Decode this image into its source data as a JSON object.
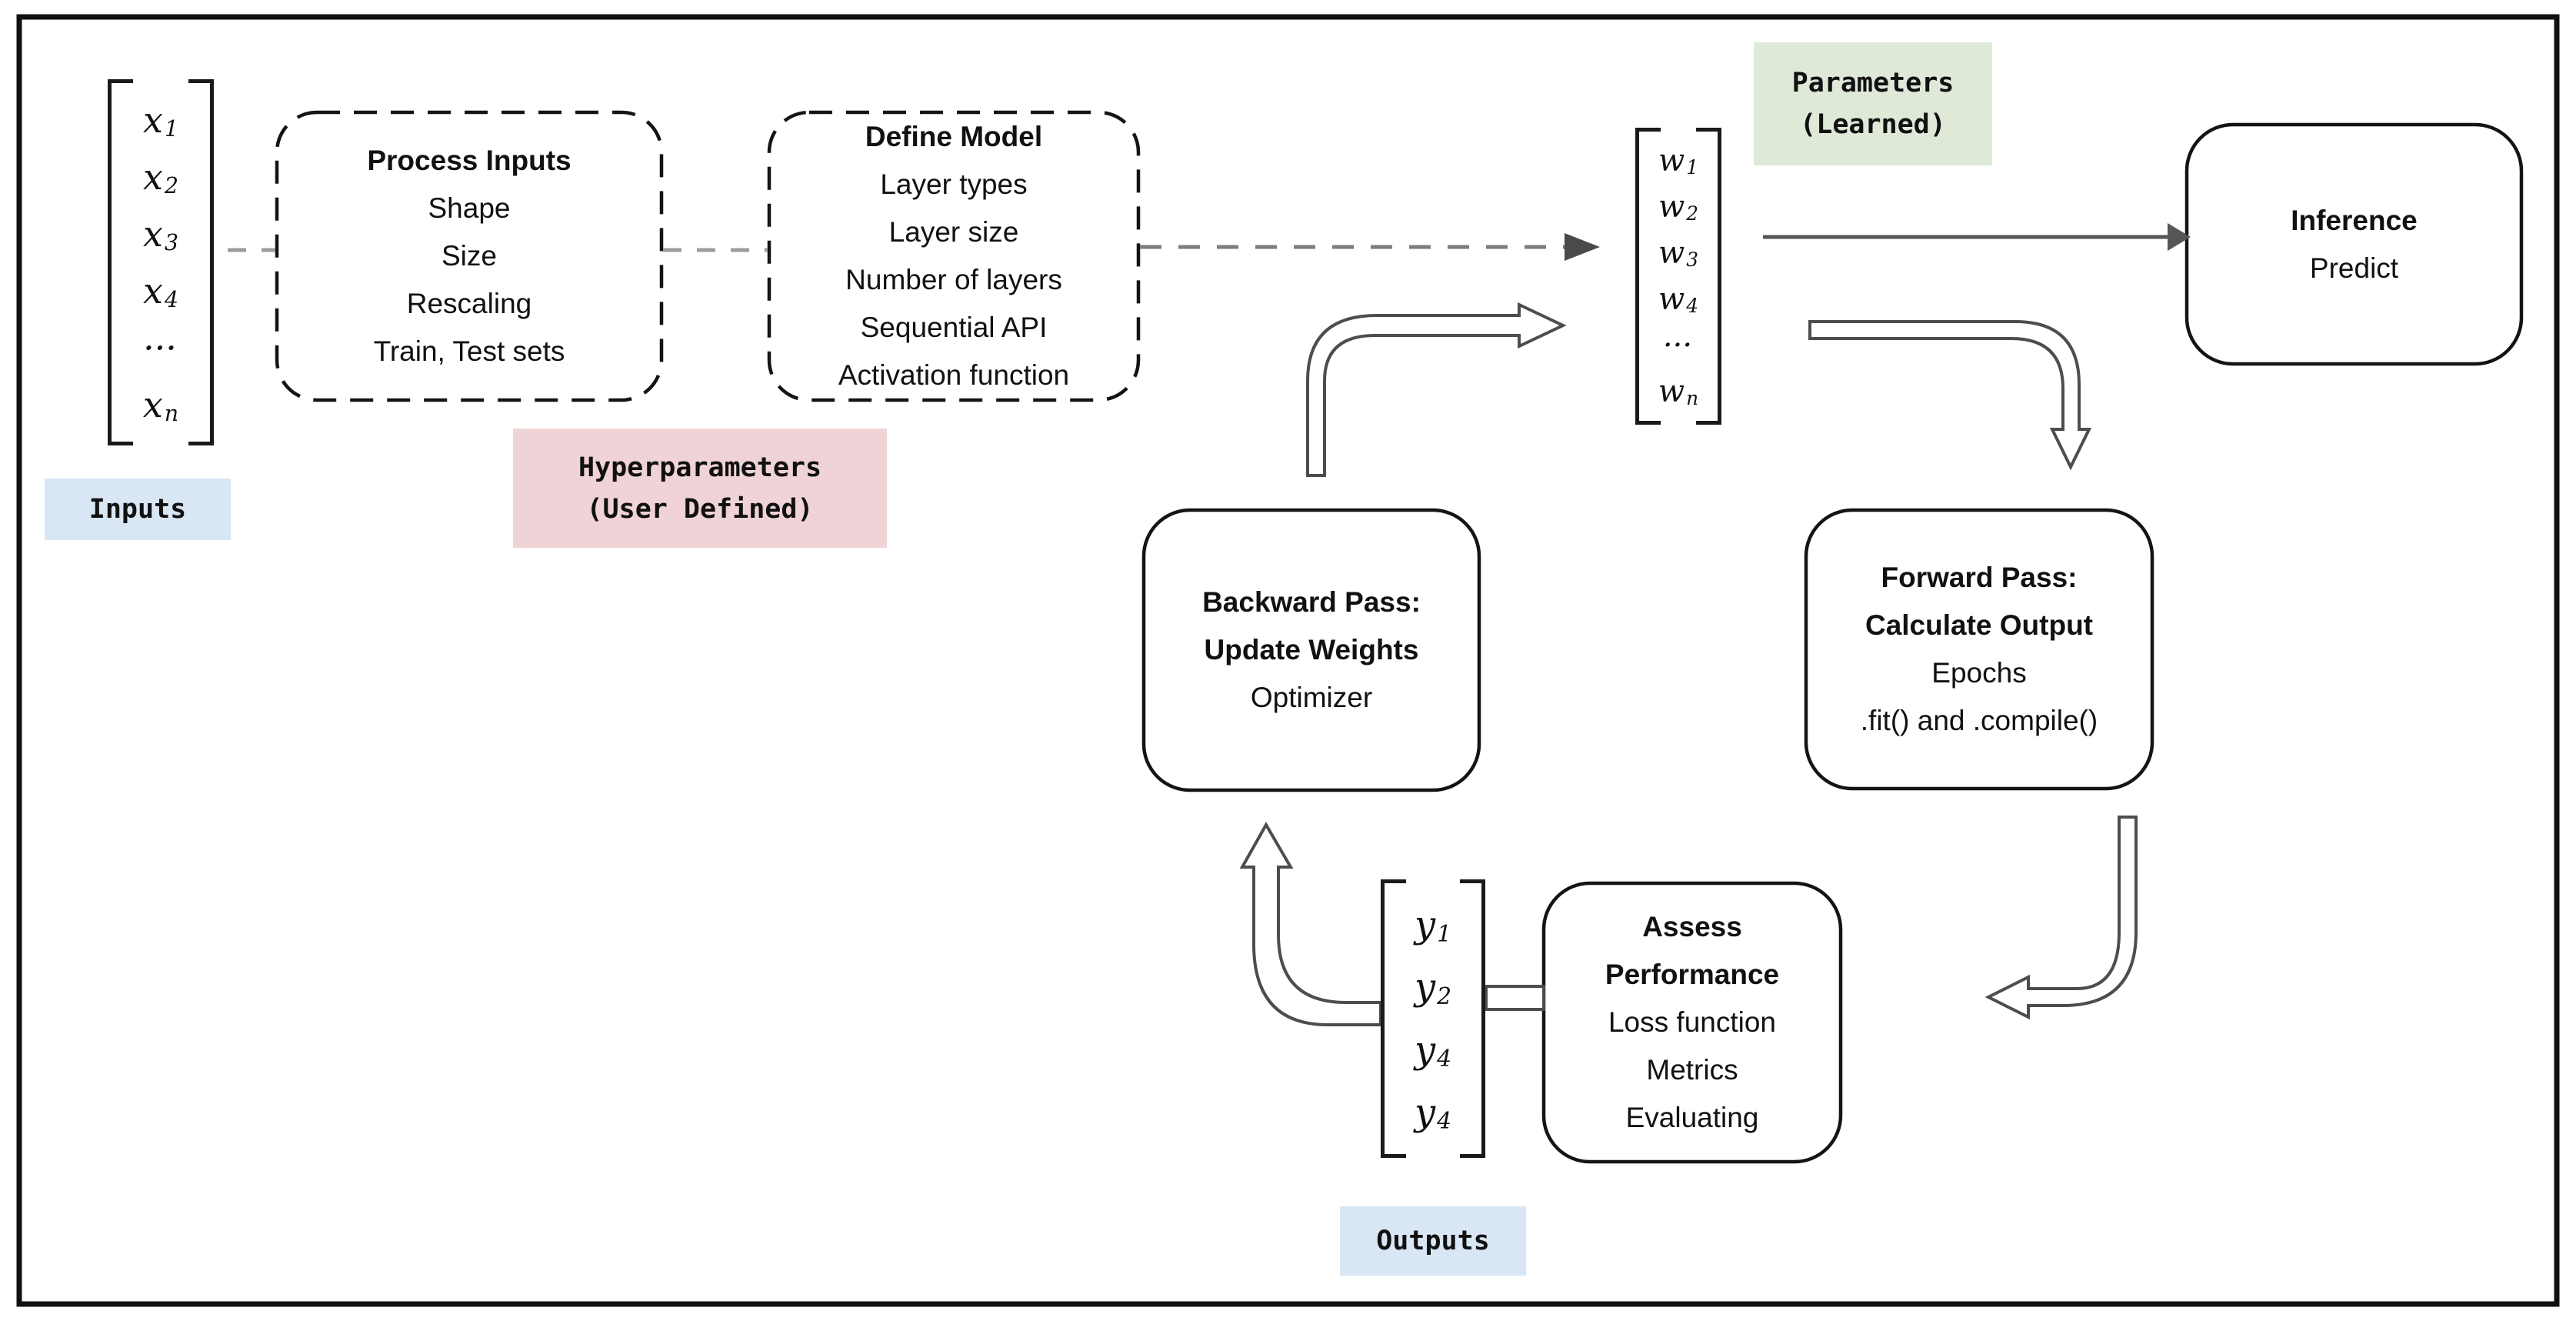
{
  "vectors": {
    "inputs": {
      "entries": [
        {
          "base": "x",
          "sub": "1"
        },
        {
          "base": "x",
          "sub": "2"
        },
        {
          "base": "x",
          "sub": "3"
        },
        {
          "base": "x",
          "sub": "4"
        },
        {
          "base": "···",
          "sub": ""
        },
        {
          "base": "x",
          "sub": "n"
        }
      ]
    },
    "weights": {
      "entries": [
        {
          "base": "w",
          "sub": "1"
        },
        {
          "base": "w",
          "sub": "2"
        },
        {
          "base": "w",
          "sub": "3"
        },
        {
          "base": "w",
          "sub": "4"
        },
        {
          "base": "···",
          "sub": ""
        },
        {
          "base": "w",
          "sub": "n"
        }
      ]
    },
    "outputs": {
      "entries": [
        {
          "base": "y",
          "sub": "1"
        },
        {
          "base": "y",
          "sub": "2"
        },
        {
          "base": "y",
          "sub": "4"
        },
        {
          "base": "y",
          "sub": "4"
        }
      ]
    }
  },
  "boxes": {
    "process_inputs": {
      "bold_lines": [
        "Process Inputs"
      ],
      "lines": [
        "Shape",
        "Size",
        "Rescaling",
        "Train, Test sets"
      ]
    },
    "define_model": {
      "bold_lines": [
        "Define Model"
      ],
      "lines": [
        "Layer types",
        "Layer size",
        "Number of layers",
        "Sequential API",
        "Activation function"
      ]
    },
    "inference": {
      "bold_lines": [
        "Inference"
      ],
      "lines": [
        "Predict"
      ]
    },
    "backward_pass": {
      "bold_lines": [
        "Backward Pass:",
        "Update Weights"
      ],
      "lines": [
        "Optimizer"
      ]
    },
    "forward_pass": {
      "bold_lines": [
        "Forward Pass:",
        "Calculate Output"
      ],
      "lines": [
        "Epochs",
        ".fit() and .compile()"
      ]
    },
    "assess_performance": {
      "bold_lines": [
        "Assess",
        "Performance"
      ],
      "lines": [
        "Loss function",
        "Metrics",
        "Evaluating"
      ]
    }
  },
  "labels": {
    "inputs": {
      "text": "Inputs",
      "bg": "#d9e6f4"
    },
    "hyperparameters": {
      "line1": "Hyperparameters",
      "line2": "(User Defined)",
      "bg": "#f0d3d7"
    },
    "parameters": {
      "line1": "Parameters",
      "line2": "(Learned)",
      "bg": "#dee9d8"
    },
    "outputs": {
      "text": "Outputs",
      "bg": "#d9e6f4"
    }
  },
  "colors": {
    "frame": "#111111",
    "box_border": "#141414",
    "label_blue": "#d9e6f4",
    "label_pink": "#f0d3d7",
    "label_green": "#dee9d8",
    "solid_arrow": "#555555",
    "dashed_arrow": "#7d7d7d",
    "dashed_connector": "#9c9c9c",
    "hollow_arrow_stroke": "#4d4d4d"
  }
}
